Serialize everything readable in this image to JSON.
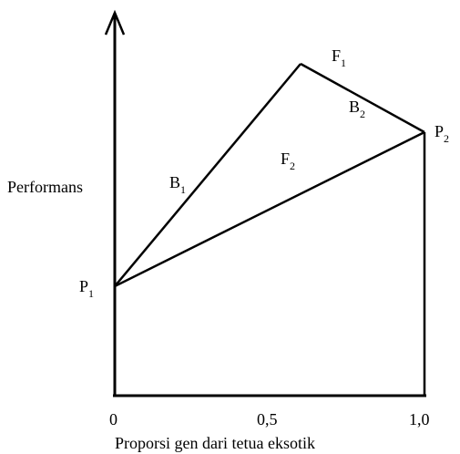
{
  "diagram": {
    "ylabel": "Performans",
    "xlabel": "Proporsi gen dari tetua eksotik",
    "ticks": {
      "zero": "0",
      "half": "0,5",
      "one": "1,0"
    },
    "points": {
      "p1": {
        "base": "P",
        "sub": "1"
      },
      "p2": {
        "base": "P",
        "sub": "2"
      }
    },
    "lines": {
      "f1": {
        "base": "F",
        "sub": "1"
      },
      "f2": {
        "base": "F",
        "sub": "2"
      },
      "b1": {
        "base": "B",
        "sub": "1"
      },
      "b2": {
        "base": "B",
        "sub": "2"
      }
    },
    "colors": {
      "ink": "#000000",
      "background": "#ffffff"
    }
  }
}
